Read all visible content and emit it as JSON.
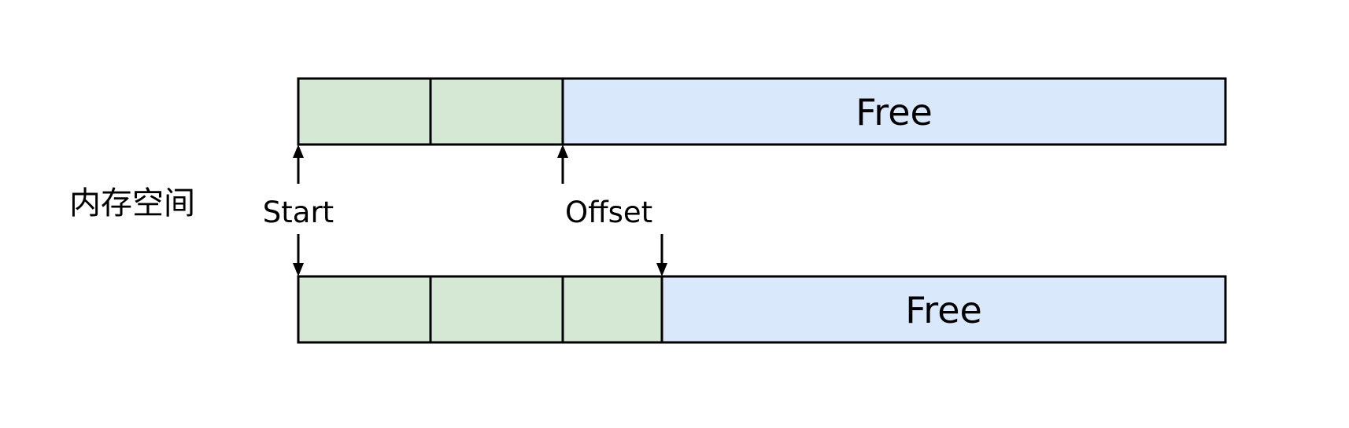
{
  "side_label": "内存空间",
  "before": {
    "used_blocks": 2,
    "free_label": "Free"
  },
  "after": {
    "used_blocks": 3,
    "free_label": "Free"
  },
  "pointers": {
    "start": "Start",
    "offset": "Offset"
  }
}
